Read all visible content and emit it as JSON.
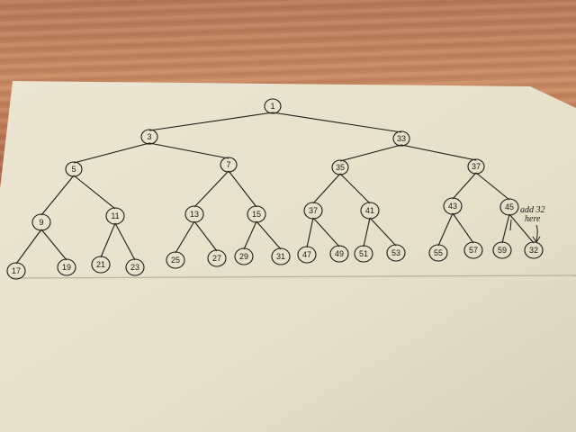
{
  "tree": {
    "levels": [
      [
        "1"
      ],
      [
        "3",
        "33"
      ],
      [
        "5",
        "7",
        "35",
        "37"
      ],
      [
        "9",
        "11",
        "13",
        "15",
        "37",
        "41",
        "43",
        "45"
      ],
      [
        "17",
        "19",
        "21",
        "23",
        "25",
        "27",
        "29",
        "31",
        "47",
        "49",
        "51",
        "53",
        "55",
        "57",
        "59",
        "32"
      ]
    ]
  },
  "annotation": {
    "line1": "add 32",
    "line2": "here"
  },
  "colors": {
    "ink": "#1e1a16",
    "paper": "#e8e2cf",
    "table": "#b8724f"
  }
}
